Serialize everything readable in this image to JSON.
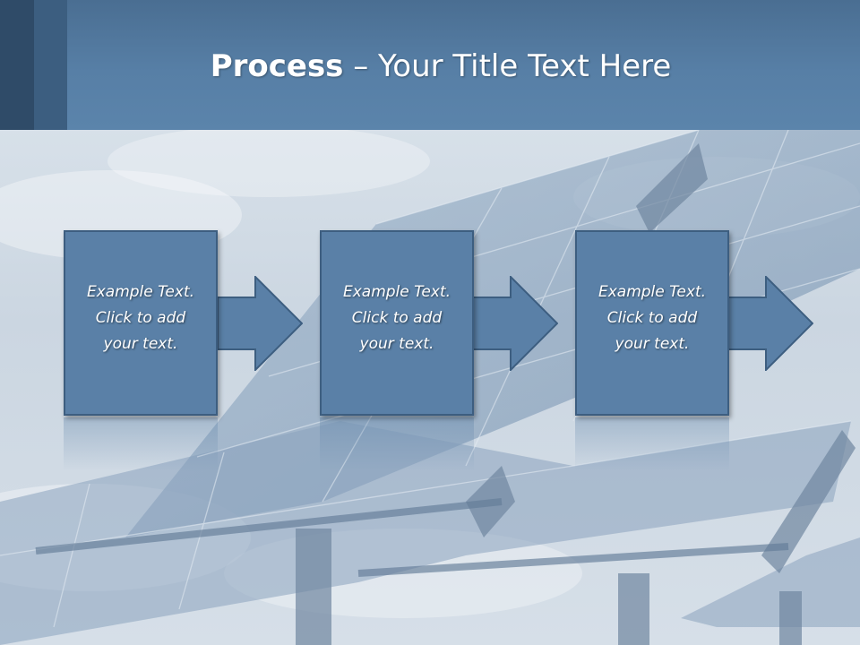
{
  "title": {
    "bold": "Process",
    "rest": " – Your Title Text Here"
  },
  "steps": [
    {
      "text": "Example Text.\nClick  to add\nyour text."
    },
    {
      "text": "Example Text.\nClick  to add\nyour text."
    },
    {
      "text": "Example Text.\nClick  to add\nyour text."
    }
  ],
  "colors": {
    "header": "#577fa6",
    "box_fill": "#5a80a7",
    "box_border": "#3d5e80",
    "text": "#ffffff"
  },
  "icons": [
    "right-arrow-icon"
  ]
}
